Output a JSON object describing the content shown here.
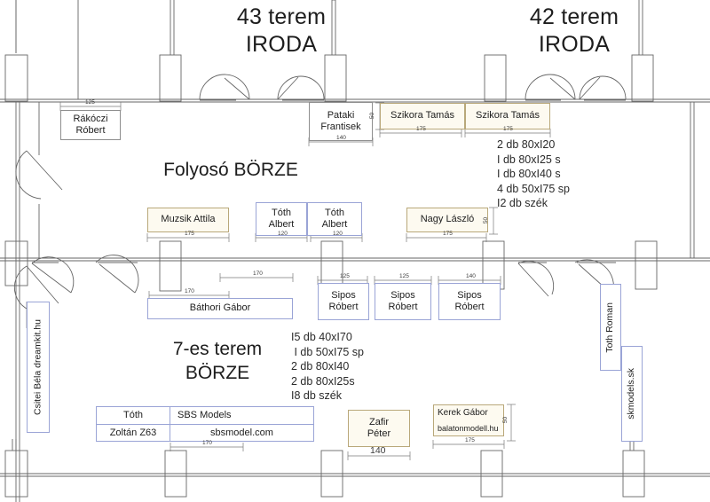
{
  "plan": {
    "title_top_left": "43 terem",
    "subtitle_top_left": "IRODA",
    "title_top_right": "42 terem",
    "subtitle_top_right": "IRODA",
    "corridor_title": "Folyosó  BÖRZE",
    "hall7_line1": "7-es terem",
    "hall7_line2": "BÖRZE"
  },
  "notes": {
    "upper": "2 db 80xI20\nI db 80xI25 s\nI db 80xI40 s\n4 db 50xI75 sp\nI2 db szék",
    "lower": "I5 db 40xI70\n I db 50xI75 sp\n2 db 80xI40\n2 db 80xI25s\nI8 db szék"
  },
  "exhibitors": {
    "rakoczi": "Rákóczi\nRóbert",
    "pataki": "Pataki\nFrantisek",
    "szikora_a": "Szikora Tamás",
    "szikora_b": "Szikora Tamás",
    "muzsik": "Muzsik Attila",
    "toth_albert_a": "Tóth\nAlbert",
    "toth_albert_b": "Tóth\nAlbert",
    "nagy_laszlo": "Nagy László",
    "bathori": "Báthori Gábor",
    "sipos_a": "Sipos\nRóbert",
    "sipos_b": "Sipos\nRóbert",
    "sipos_c": "Sipos\nRóbert",
    "csitei": "Csitei Béla dreamkit.hu",
    "toth_roman": "Toth Roman",
    "skmodels": "skmodels.sk",
    "toth_zoltan_name": "Tóth",
    "toth_zoltan_sub": "Zoltán  Z63",
    "sbs_name": "SBS Models",
    "sbs_sub": "sbsmodel.com",
    "zafir": "Zafir\nPéter",
    "kerek_name": "Kerek Gábor",
    "kerek_sub": "balatonmodell.hu"
  },
  "dimensions": {
    "rakoczi_w": "125",
    "pataki_w": "140",
    "szikora_a_w": "175",
    "szikora_b_w": "175",
    "szikora_h": "50",
    "muzsik_w": "175",
    "toth_albert_a_w": "120",
    "toth_albert_b_w": "120",
    "nagy_laszlo_w": "175",
    "nagy_laszlo_h": "50",
    "bathori_w1": "170",
    "bathori_w2": "170",
    "sipos_a_w": "125",
    "sipos_b_w": "125",
    "sipos_c_w": "140",
    "sbs_w": "170",
    "zafir_w": "140",
    "kerek_w": "175",
    "kerek_h": "50"
  },
  "colors": {
    "wall": "#555555",
    "table_tan_fill": "#fdfaf0",
    "table_tan_border": "#b9a87a",
    "table_blue_border": "#9aa4d6",
    "dim_line": "#6b6b6b",
    "text": "#1d1d1d"
  }
}
